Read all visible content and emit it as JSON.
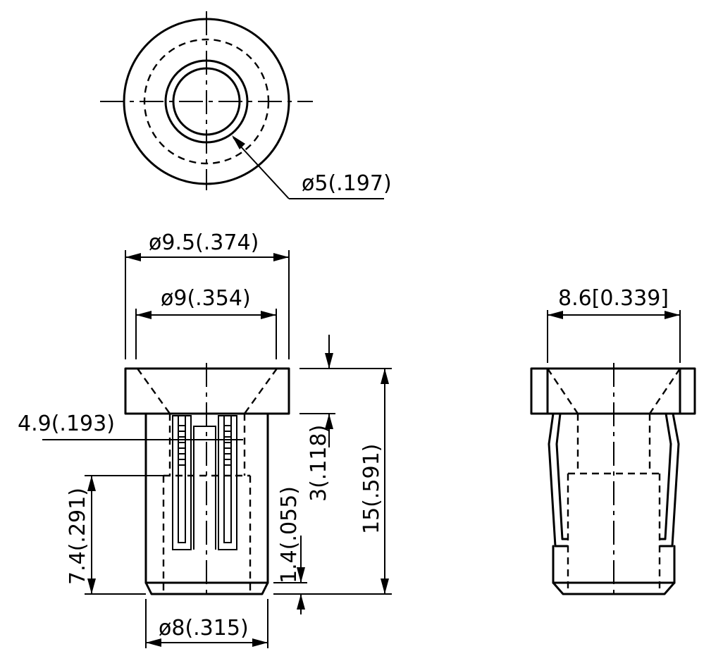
{
  "labels": {
    "hole_dia": "ø5(.197)",
    "outer_dia": "ø9.5(.374)",
    "inner_dia": "ø9(.354)",
    "side_width": "8.6[0.339]",
    "slot_width": "4.9(.193)",
    "lower_len": "7.4(.291)",
    "tip_len": "1.4(.055)",
    "flange_h": "3(.118)",
    "total_h": "15(.591)",
    "bottom_dia": "ø8(.315)"
  }
}
